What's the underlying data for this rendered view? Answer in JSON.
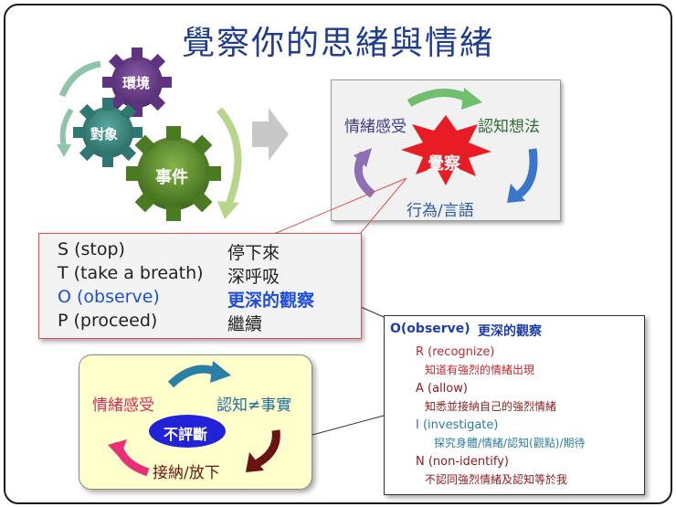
{
  "title": "覺察你的思緒與情緒",
  "gears": {
    "environment": "環境",
    "object": "對象",
    "event": "事件"
  },
  "cycle": {
    "emotion": "情緒感受",
    "cognition": "認知想法",
    "behavior": "行為/言語",
    "center": "覺察"
  },
  "stop": {
    "rows": [
      {
        "en": "S (stop)",
        "zh": "停下來"
      },
      {
        "en": "T (take a breath)",
        "zh": "深呼吸"
      },
      {
        "en": "O (observe)",
        "zh": "更深的觀察"
      },
      {
        "en": "P (proceed)",
        "zh": "繼續"
      }
    ]
  },
  "rain": {
    "heading_en": "O(observe)",
    "heading_zh": "更深的觀察",
    "items": [
      {
        "label": "R (recognize)",
        "desc": "知道有強烈的情緒出現",
        "color": "#c0272d"
      },
      {
        "label": "A (allow)",
        "desc": "知悉並接納自己的強烈情緒",
        "color": "#8b1a1a"
      },
      {
        "label": "I  (investigate)",
        "desc": "探究身體/情緒/認知(觀點)/期待",
        "color": "#2c7da0"
      },
      {
        "label": "N (non-identify)",
        "desc": "不認同強烈情緒及認知等於我",
        "color": "#8b1a1a"
      }
    ]
  },
  "acceptance": {
    "emotion": "情緒感受",
    "cognition": "認知≠事實",
    "center": "不評斷",
    "accept": "接納/放下"
  }
}
